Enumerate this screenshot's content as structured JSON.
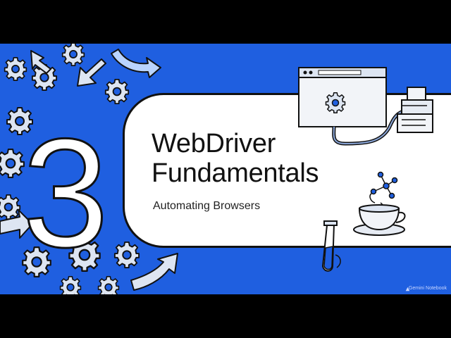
{
  "slide": {
    "number": "3",
    "title_line1": "WebDriver",
    "title_line2": "Fundamentals",
    "subtitle": "Automating Browsers",
    "watermark": "Gemini Notebook"
  },
  "colors": {
    "background": "#1f5fe0",
    "card": "#ffffff",
    "letterbox": "#000000",
    "outline": "#111111",
    "gear_fill": "#dde5f2",
    "accent_light_blue": "#b9d4ff"
  },
  "icons": [
    "gear-icon",
    "arrow-icon",
    "browser-window-icon",
    "server-icon",
    "coffee-cup-icon",
    "molecule-icon",
    "test-tube-icon"
  ]
}
